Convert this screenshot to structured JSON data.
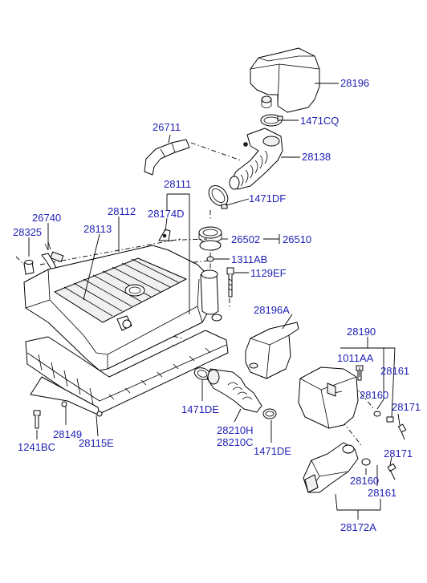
{
  "diagram": {
    "colors": {
      "label": "#1f1fb4",
      "line": "#000000",
      "background": "#ffffff"
    },
    "labels": {
      "p28196": "28196",
      "p1471CQ": "1471CQ",
      "p26711": "26711",
      "p28138": "28138",
      "p28111": "28111",
      "p28174D": "28174D",
      "p1471DF": "1471DF",
      "p26740": "26740",
      "p28112": "28112",
      "p28113": "28113",
      "p28325": "28325",
      "p26502": "26502",
      "p26510": "26510",
      "p1311AB": "1311AB",
      "p1129EF": "1129EF",
      "p28196A": "28196A",
      "p28190": "28190",
      "p1011AA": "1011AA",
      "p28161a": "28161",
      "p28160a": "28160",
      "p28171a": "28171",
      "p1471DE_a": "1471DE",
      "p28210H": "28210H",
      "p28210C": "28210C",
      "p1471DE_b": "1471DE",
      "p28171b": "28171",
      "p28160b": "28160",
      "p28161b": "28161",
      "p1241BC": "1241BC",
      "p28149": "28149",
      "p28115E": "28115E",
      "p28172A": "28172A"
    }
  }
}
